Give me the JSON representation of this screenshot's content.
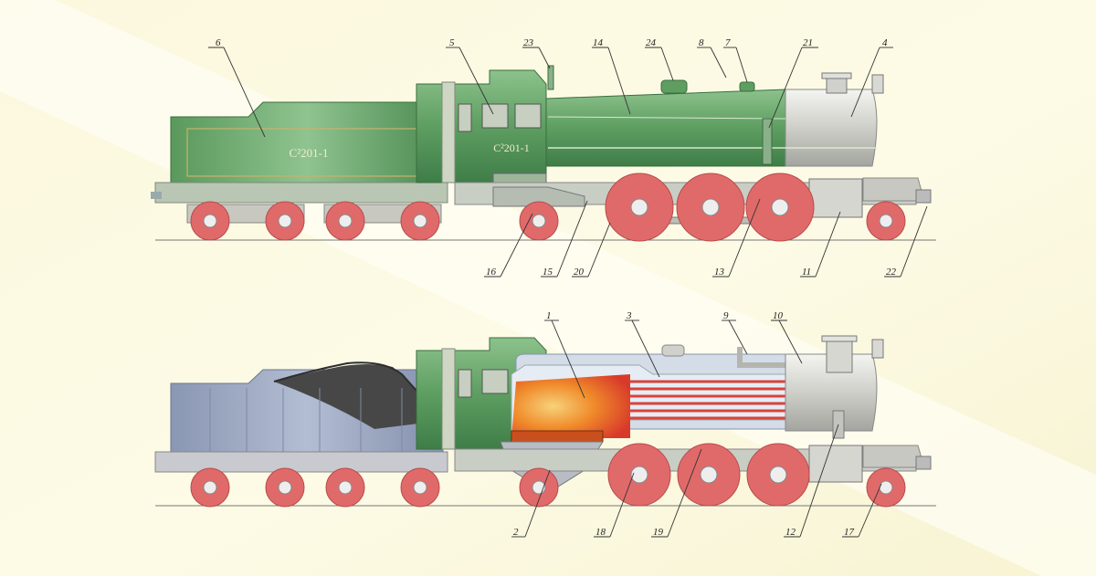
{
  "top_view": {
    "tender_marking": "С²201-1",
    "cab_marking": "С²201-1"
  },
  "callouts": [
    {
      "id": "c1",
      "label": "1"
    },
    {
      "id": "c2",
      "label": "2"
    },
    {
      "id": "c3",
      "label": "3"
    },
    {
      "id": "c4",
      "label": "4"
    },
    {
      "id": "c5",
      "label": "5"
    },
    {
      "id": "c6",
      "label": "6"
    },
    {
      "id": "c7",
      "label": "7"
    },
    {
      "id": "c8",
      "label": "8"
    },
    {
      "id": "c9",
      "label": "9"
    },
    {
      "id": "c10",
      "label": "10"
    },
    {
      "id": "c11",
      "label": "11"
    },
    {
      "id": "c12",
      "label": "12"
    },
    {
      "id": "c13",
      "label": "13"
    },
    {
      "id": "c14",
      "label": "14"
    },
    {
      "id": "c15",
      "label": "15"
    },
    {
      "id": "c16",
      "label": "16"
    },
    {
      "id": "c17",
      "label": "17"
    },
    {
      "id": "c18",
      "label": "18"
    },
    {
      "id": "c19",
      "label": "19"
    },
    {
      "id": "c20",
      "label": "20"
    },
    {
      "id": "c21",
      "label": "21"
    },
    {
      "id": "c22",
      "label": "22"
    },
    {
      "id": "c23",
      "label": "23"
    },
    {
      "id": "c24",
      "label": "24"
    }
  ],
  "colors": {
    "background": "#fdfbe6",
    "body_green": "#5e9e61",
    "boiler_silver": "#c9c9c4",
    "wheel_red": "#e06a6a",
    "firebox_orange": "#f08a2a",
    "tender_steel": "#9aa6bf",
    "coal": "#444444"
  }
}
